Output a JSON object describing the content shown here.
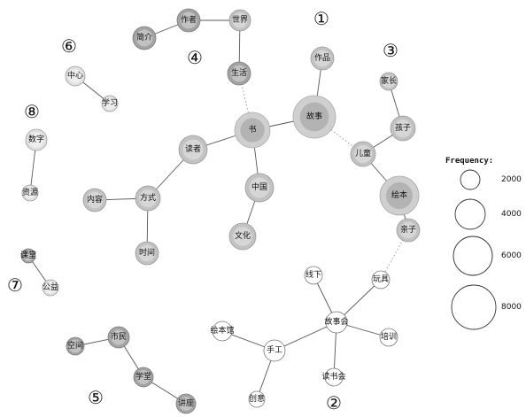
{
  "legend": {
    "title": "Frequency:",
    "values": [
      "2000",
      "4000",
      "6000",
      "8000"
    ]
  },
  "clusters": [
    {
      "id": "1",
      "label": "①"
    },
    {
      "id": "2",
      "label": "②"
    },
    {
      "id": "3",
      "label": "③"
    },
    {
      "id": "4",
      "label": "④"
    },
    {
      "id": "5",
      "label": "⑤"
    },
    {
      "id": "6",
      "label": "⑥"
    },
    {
      "id": "7",
      "label": "⑦"
    },
    {
      "id": "8",
      "label": "⑧"
    }
  ],
  "nodes": [
    {
      "id": "简介",
      "label": "简介",
      "style": "dark"
    },
    {
      "id": "作者",
      "label": "作者",
      "style": "dark"
    },
    {
      "id": "世界",
      "label": "世界",
      "style": "mid"
    },
    {
      "id": "生活",
      "label": "生活",
      "style": "dark"
    },
    {
      "id": "作品",
      "label": "作品",
      "style": "mid"
    },
    {
      "id": "故事",
      "label": "故事",
      "style": "ring"
    },
    {
      "id": "书",
      "label": "书",
      "style": "ring"
    },
    {
      "id": "读者",
      "label": "读者",
      "style": "mid"
    },
    {
      "id": "中国",
      "label": "中国",
      "style": "mid"
    },
    {
      "id": "文化",
      "label": "文化",
      "style": "mid"
    },
    {
      "id": "方式",
      "label": "方式",
      "style": "mid"
    },
    {
      "id": "内容",
      "label": "内容",
      "style": "mid"
    },
    {
      "id": "时间",
      "label": "时间",
      "style": "mid"
    },
    {
      "id": "家长",
      "label": "家长",
      "style": "mid"
    },
    {
      "id": "孩子",
      "label": "孩子",
      "style": "mid"
    },
    {
      "id": "儿童",
      "label": "儿童",
      "style": "mid"
    },
    {
      "id": "绘本",
      "label": "绘本",
      "style": "ring"
    },
    {
      "id": "亲子",
      "label": "亲子",
      "style": "mid"
    },
    {
      "id": "中心",
      "label": "中心",
      "style": "light"
    },
    {
      "id": "学习",
      "label": "学习",
      "style": "light"
    },
    {
      "id": "数字",
      "label": "数字",
      "style": "light"
    },
    {
      "id": "资源",
      "label": "资源",
      "style": "light"
    },
    {
      "id": "课堂",
      "label": "课堂",
      "style": "dark"
    },
    {
      "id": "公益",
      "label": "公益",
      "style": "light"
    },
    {
      "id": "线下",
      "label": "线下",
      "style": "white"
    },
    {
      "id": "玩具",
      "label": "玩具",
      "style": "white"
    },
    {
      "id": "故事会",
      "label": "故事会",
      "style": "white"
    },
    {
      "id": "绘本馆",
      "label": "绘本馆",
      "style": "white"
    },
    {
      "id": "手工",
      "label": "手工",
      "style": "white"
    },
    {
      "id": "培训",
      "label": "培训",
      "style": "white"
    },
    {
      "id": "读书会",
      "label": "读书会",
      "style": "white"
    },
    {
      "id": "创意",
      "label": "创意",
      "style": "white"
    },
    {
      "id": "空间",
      "label": "空间",
      "style": "dark"
    },
    {
      "id": "市民",
      "label": "市民",
      "style": "dark"
    },
    {
      "id": "学堂",
      "label": "学堂",
      "style": "dark"
    },
    {
      "id": "讲座",
      "label": "讲座",
      "style": "dark"
    }
  ],
  "edges": [
    {
      "source": "简介",
      "target": "作者",
      "style": "solid"
    },
    {
      "source": "作者",
      "target": "世界",
      "style": "solid"
    },
    {
      "source": "世界",
      "target": "生活",
      "style": "solid"
    },
    {
      "source": "生活",
      "target": "书",
      "style": "dotted"
    },
    {
      "source": "作品",
      "target": "故事",
      "style": "solid"
    },
    {
      "source": "故事",
      "target": "书",
      "style": "solid"
    },
    {
      "source": "书",
      "target": "读者",
      "style": "solid"
    },
    {
      "source": "书",
      "target": "中国",
      "style": "solid"
    },
    {
      "source": "中国",
      "target": "文化",
      "style": "solid"
    },
    {
      "source": "读者",
      "target": "方式",
      "style": "solid"
    },
    {
      "source": "方式",
      "target": "内容",
      "style": "solid"
    },
    {
      "source": "方式",
      "target": "时间",
      "style": "solid"
    },
    {
      "source": "故事",
      "target": "儿童",
      "style": "dotted"
    },
    {
      "source": "家长",
      "target": "孩子",
      "style": "solid"
    },
    {
      "source": "孩子",
      "target": "儿童",
      "style": "solid"
    },
    {
      "source": "儿童",
      "target": "绘本",
      "style": "solid"
    },
    {
      "source": "绘本",
      "target": "亲子",
      "style": "solid"
    },
    {
      "source": "亲子",
      "target": "玩具",
      "style": "dotted"
    },
    {
      "source": "中心",
      "target": "学习",
      "style": "solid"
    },
    {
      "source": "数字",
      "target": "资源",
      "style": "solid"
    },
    {
      "source": "课堂",
      "target": "公益",
      "style": "solid"
    },
    {
      "source": "线下",
      "target": "故事会",
      "style": "solid"
    },
    {
      "source": "玩具",
      "target": "故事会",
      "style": "solid"
    },
    {
      "source": "故事会",
      "target": "手工",
      "style": "solid"
    },
    {
      "source": "故事会",
      "target": "培训",
      "style": "solid"
    },
    {
      "source": "故事会",
      "target": "读书会",
      "style": "solid"
    },
    {
      "source": "绘本馆",
      "target": "手工",
      "style": "solid"
    },
    {
      "source": "手工",
      "target": "创意",
      "style": "solid"
    },
    {
      "source": "空间",
      "target": "市民",
      "style": "solid"
    },
    {
      "source": "市民",
      "target": "学堂",
      "style": "solid"
    },
    {
      "source": "学堂",
      "target": "讲座",
      "style": "solid"
    }
  ]
}
